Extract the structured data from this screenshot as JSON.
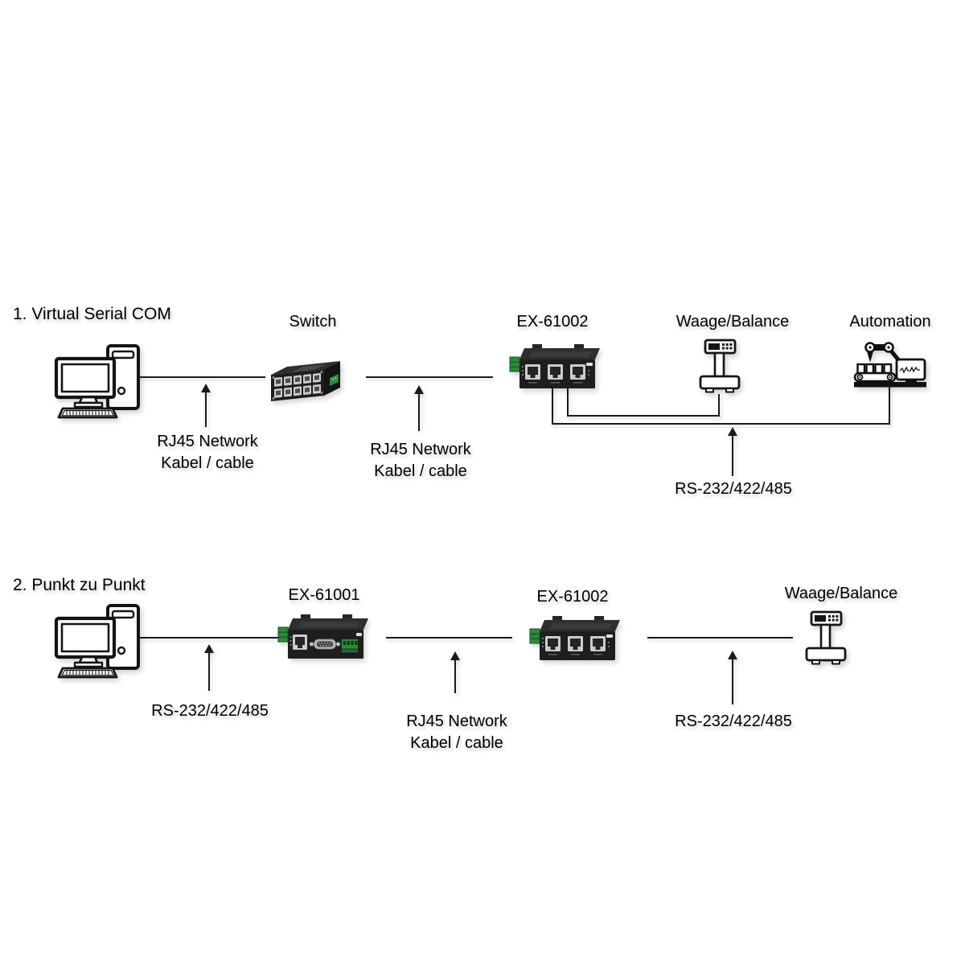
{
  "colors": {
    "line": "#1a1a1a",
    "text": "#000000",
    "device_body": "#1e1e1e",
    "device_top": "#2e2e2e",
    "device_side": "#141414",
    "port": "#cccccc",
    "green": "#2f8a3d"
  },
  "scenario1": {
    "title": "1. Virtual Serial COM",
    "switch_label": "Switch",
    "server_label": "EX-61002",
    "scale_label": "Waage/Balance",
    "automation_label": "Automation",
    "cable_pc_switch": {
      "line1": "RJ45 Network",
      "line2": "Kabel / cable"
    },
    "cable_switch_server": {
      "line1": "RJ45 Network",
      "line2": "Kabel / cable"
    },
    "serial_bus_label": "RS-232/422/485"
  },
  "scenario2": {
    "title": "2. Punkt zu Punkt",
    "server1_label": "EX-61001",
    "server2_label": "EX-61002",
    "scale_label": "Waage/Balance",
    "serial_pc_label": "RS-232/422/485",
    "cable_servers": {
      "line1": "RJ45 Network",
      "line2": "Kabel / cable"
    },
    "serial_scale_label": "RS-232/422/485"
  }
}
